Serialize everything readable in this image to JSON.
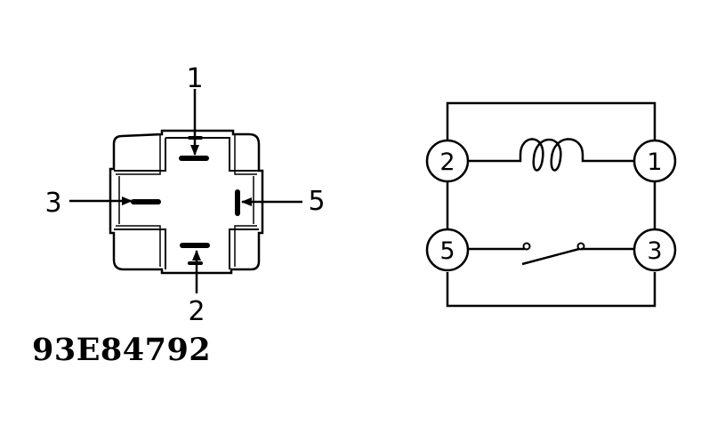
{
  "relay_pinout": {
    "pins": {
      "top": "1",
      "bottom": "2",
      "left": "3",
      "right": "5"
    }
  },
  "schematic": {
    "nodes": {
      "top_left": "2",
      "top_right": "1",
      "bottom_left": "5",
      "bottom_right": "3"
    }
  },
  "figure_code": "93E84792",
  "colors": {
    "ink": "#000000",
    "paper": "#ffffff"
  }
}
